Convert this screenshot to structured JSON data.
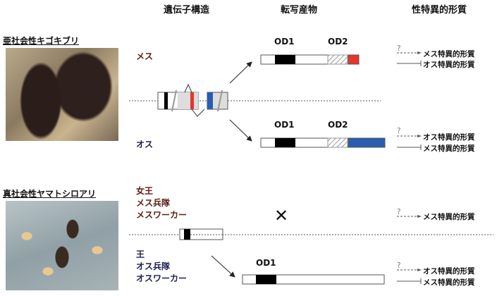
{
  "headers": {
    "gene": "遺伝子構造",
    "transcript": "転写産物",
    "trait": "性特異的形質"
  },
  "cockroach": {
    "species": "亜社会性キゴキブリ",
    "female_label": "メス",
    "male_label": "オス",
    "female_transcript": {
      "labels": [
        "OD1",
        "OD2"
      ]
    },
    "male_transcript": {
      "labels": [
        "OD1",
        "OD2"
      ]
    },
    "female_traits": [
      "メス特異的形質",
      "オス特異的形質"
    ],
    "male_traits": [
      "オス特異的形質",
      "メス特異的形質"
    ],
    "question_mark": "?"
  },
  "termite": {
    "species": "真社会性ヤマトシロアリ",
    "female_castes": [
      "女王",
      "メス兵隊",
      "メスワーカー"
    ],
    "male_castes": [
      "王",
      "オス兵隊",
      "オスワーカー"
    ],
    "no_transcript_mark": "✕",
    "male_transcript": {
      "labels": [
        "OD1"
      ]
    },
    "female_traits": [
      "メス特異的形質"
    ],
    "male_traits": [
      "オス特異的形質",
      "メス特異的形質"
    ],
    "question_mark": "?"
  },
  "colors": {
    "female": "#5a1e14",
    "male": "#1e2050",
    "red_exon": "#e8352a",
    "blue_exon": "#2a5db0"
  }
}
